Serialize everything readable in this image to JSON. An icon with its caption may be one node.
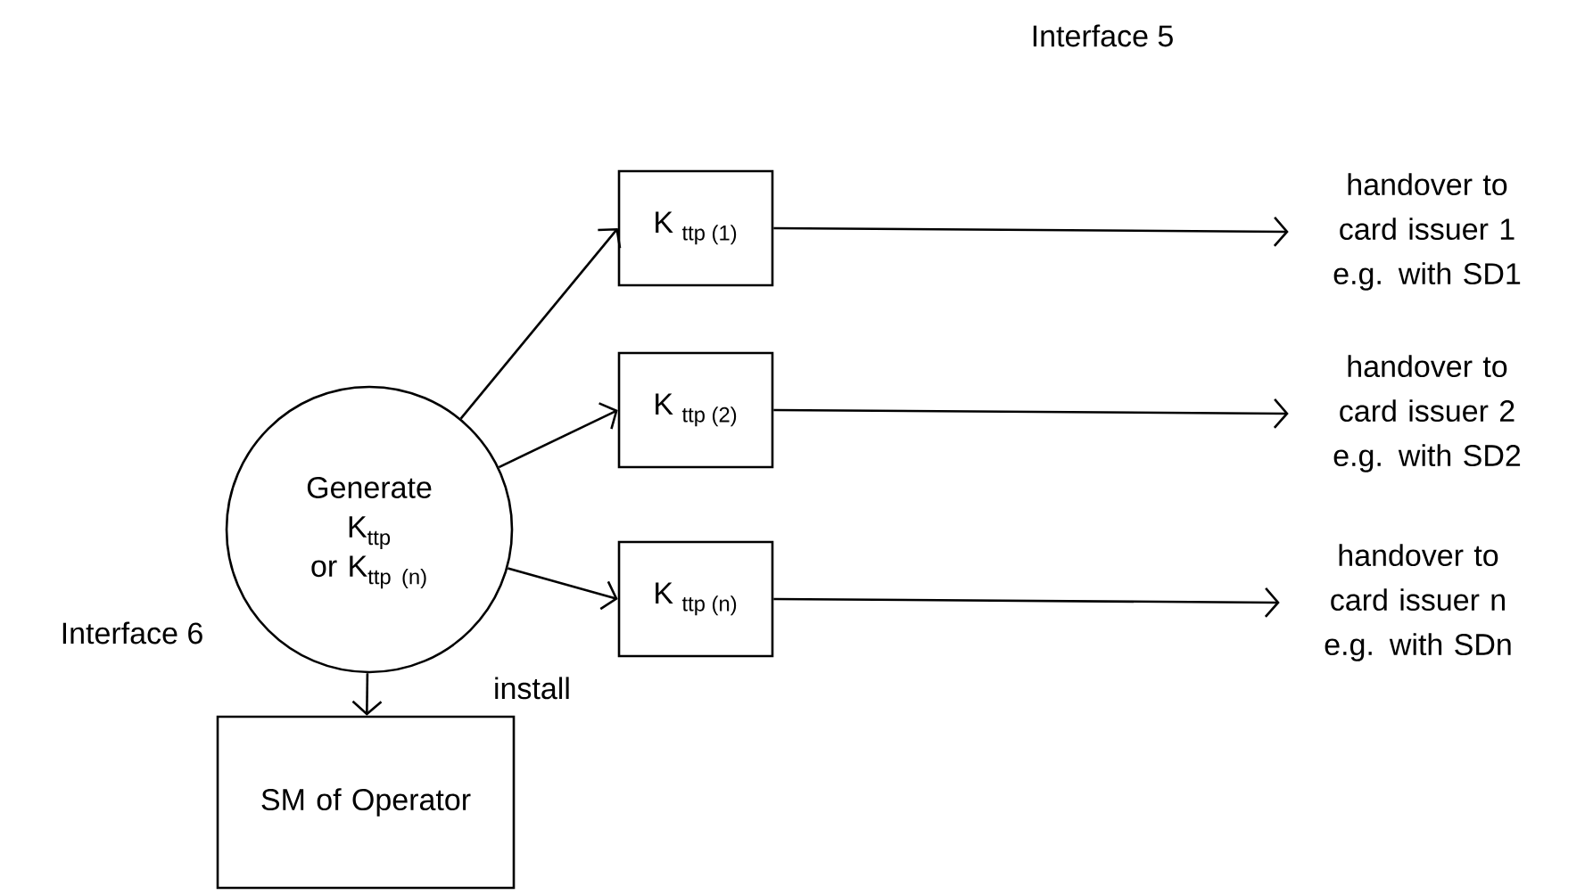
{
  "diagram": {
    "nodes": [
      {
        "text": [
          "\\begin{array}{c}\\text{Generate}\\\\ \\text{K}_{\\text{ttp}}\\\\ \\text{or K}_{\\text{ttp (n)}}\\end{array}"
        ]
      },
      {
        "text": [
          "\\text{K}\\;{}_{\\text{ttp (1)}}"
        ]
      },
      {
        "text": [
          "\\text{K}\\;{}_{\\text{ttp (2)}}"
        ]
      },
      {
        "text": [
          "\\text{K}\\;{}_{\\text{ttp (n)}}"
        ]
      },
      {
        "text": [
          "handover to card issuer 1 e.g. with SD1"
        ]
      },
      {
        "text": [
          "handover to card issuer 2 e.g. with SD2"
        ]
      },
      {
        "text": [
          "handover to card issuer n e.g. with SDn"
        ]
      },
      {
        "text": [
          "SM of Operator"
        ]
      }
    ],
    "edges": [
      {
        "from": 0,
        "to": 1,
        "arrow": "to"
      },
      {
        "from": 0,
        "to": 2,
        "arrow": "to"
      },
      {
        "from": 0,
        "to": 3,
        "arrow": "to"
      },
      {
        "from": 1,
        "to": 4,
        "arrow": "to"
      },
      {
        "from": 2,
        "to": 5,
        "arrow": "to"
      },
      {
        "from": 3,
        "to": 6,
        "arrow": "to"
      },
      {
        "from": 0,
        "to": 7,
        "arrow": "to",
        "label": "install"
      }
    ],
    "labels": [
      "Interface 5",
      "Interface 6"
    ]
  }
}
